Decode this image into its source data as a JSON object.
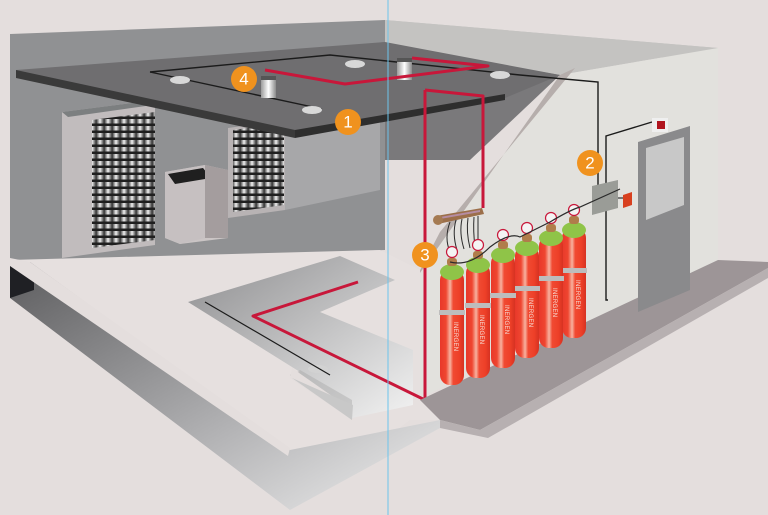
{
  "diagram": {
    "subject": "INERGEN fire suppression system in a server room",
    "colors": {
      "background": "#e4dedd",
      "callout": "#f0921e",
      "pipe": "#c8173a",
      "cylinder": "#ee3f2a",
      "cylinder_top": "#8fc448",
      "ceiling": "#6f6e70",
      "back_wall": "#909193",
      "right_wall": "#e2e1dd",
      "floor": "#dcdcdc"
    },
    "callouts": [
      {
        "number": "1",
        "target": "ceiling-detector"
      },
      {
        "number": "2",
        "target": "control-panel"
      },
      {
        "number": "3",
        "target": "cylinder-bank"
      },
      {
        "number": "4",
        "target": "discharge-nozzle"
      }
    ],
    "cylinders": {
      "count": 6,
      "label": "INERGEN"
    }
  }
}
